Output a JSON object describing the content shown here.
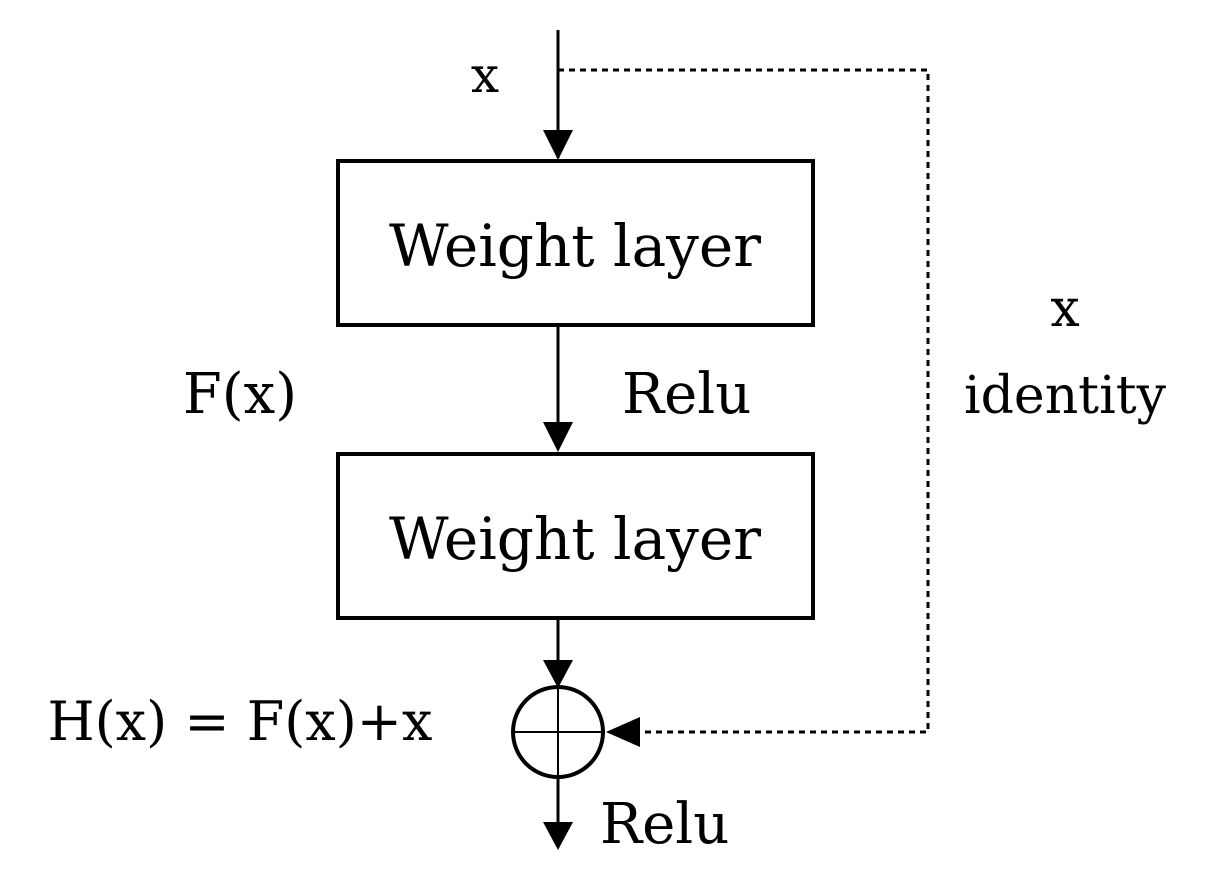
{
  "diagram": {
    "input_label": "x",
    "layer1_label": "Weight layer",
    "layer2_label": "Weight layer",
    "fx_label": "F(x)",
    "relu1_label": "Relu",
    "shortcut_x_label": "x",
    "shortcut_identity_label": "identity",
    "sum_label": "H(x) = F(x)+x",
    "relu2_label": "Relu",
    "sum_node_symbol": "plus",
    "colors": {
      "stroke": "#000000",
      "background": "#ffffff"
    }
  }
}
